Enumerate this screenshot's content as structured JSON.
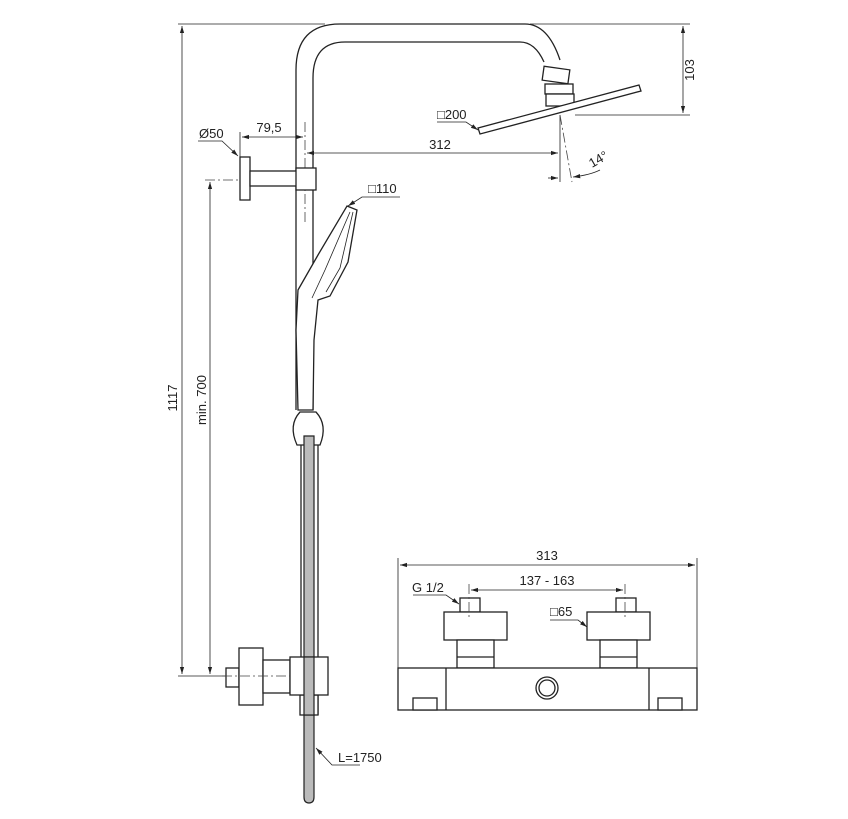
{
  "title": "Shower system dimension drawing",
  "dimensions": {
    "overall_height": "1117",
    "min_height": "min. 700",
    "arm_height": "103",
    "wall_flange_diameter": "Ø50",
    "wall_offset": "79,5",
    "arm_projection": "312",
    "head_size": "□200",
    "head_angle": "14°",
    "hand_shower_size": "□110",
    "hose_length": "L=1750"
  },
  "thermostat": {
    "overall_width": "313",
    "inlet_spacing": "137 - 163",
    "thread": "G 1/2",
    "escutcheon": "□65"
  },
  "colors": {
    "line": "#222222",
    "hose": "#bbbbbb"
  }
}
